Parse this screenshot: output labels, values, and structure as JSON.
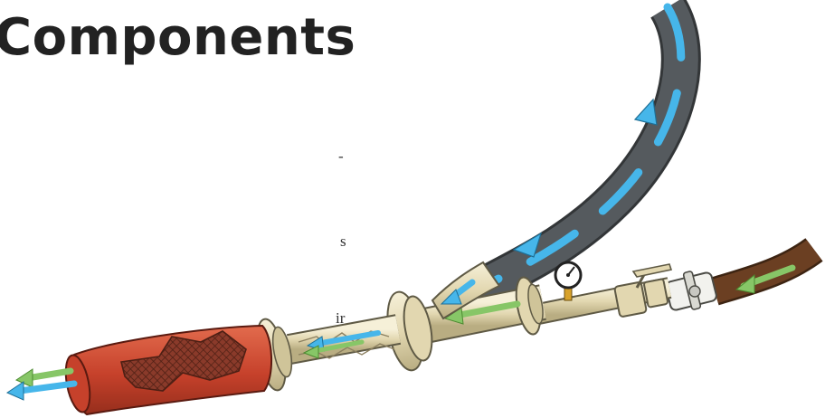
{
  "title": "Components",
  "text_fragments": [
    "-",
    "s",
    "ir"
  ],
  "colors": {
    "title_text": "#222222",
    "feed_hose": "#555a5e",
    "feed_hose_edge": "#333638",
    "air_hose": "#6b3f22",
    "tube_body": "#e8dfbd",
    "tube_edge": "#5f5a45",
    "collector": "#c6412b",
    "blue_arrow": "#46b6ea",
    "green_arrow": "#87c667"
  },
  "icons": [
    "pressure-gauge-icon",
    "ball-valve-icon",
    "hose-clamp-icon",
    "mesh-filter-icon"
  ]
}
